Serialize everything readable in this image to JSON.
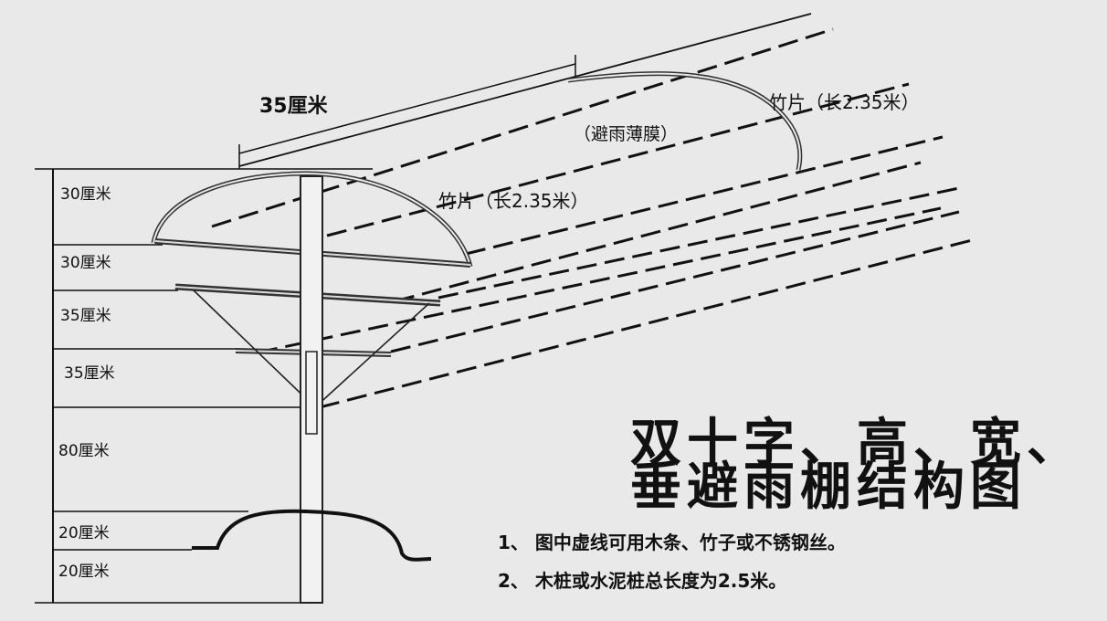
{
  "dimensions": {
    "top_width": "35厘米",
    "levels": [
      "30厘米",
      "30厘米",
      "35厘米",
      "35厘米",
      "80厘米",
      "20厘米",
      "20厘米"
    ]
  },
  "labels": {
    "bamboo_far": "竹片（长2.35米）",
    "bamboo_near": "竹片（长2.35米）",
    "film": "（避雨薄膜）"
  },
  "title": {
    "line1": "双十字、高、宽、",
    "line2": "垂避雨棚结构图"
  },
  "notes": [
    "1、 图中虚线可用木条、竹子或不锈钢丝。",
    "2、 木桩或水泥桩总长度为2.5米。"
  ]
}
